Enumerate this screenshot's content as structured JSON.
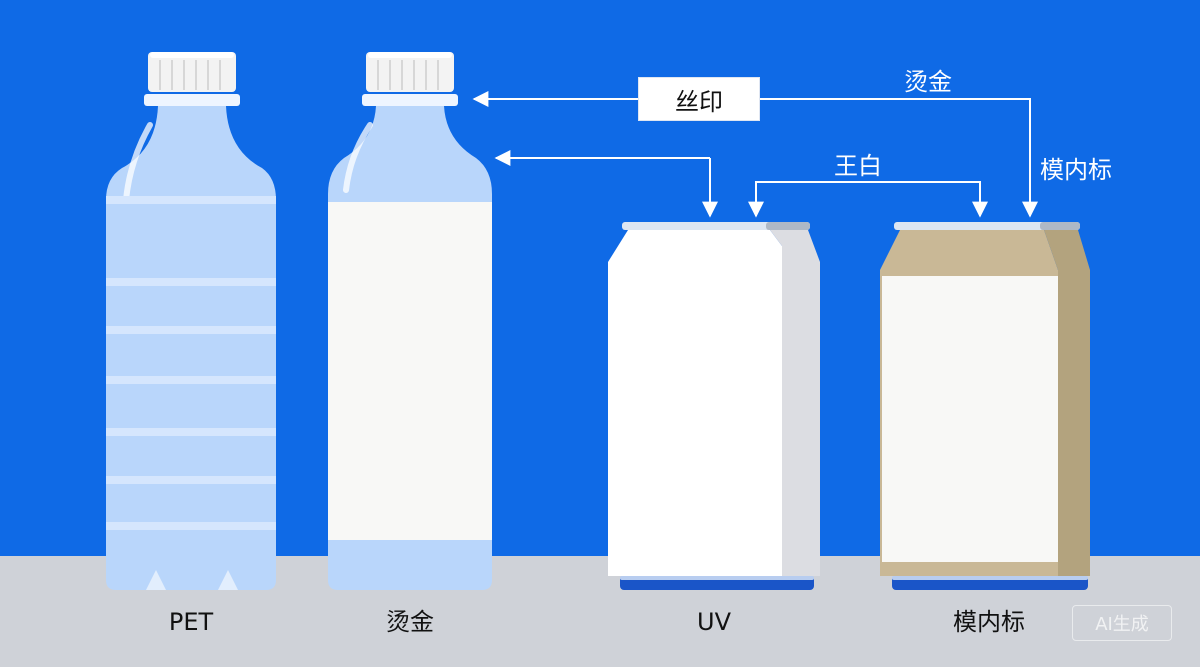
{
  "colors": {
    "background": "#0f6ae6",
    "floor": "#cfd2d8",
    "bottle_clear": "#b9d6fb",
    "label_white": "#f8f8f6",
    "can_tint": "#c9b896",
    "arrow": "#ffffff"
  },
  "items": [
    {
      "name": "PET bottle",
      "label": "PET"
    },
    {
      "name": "bottle with label",
      "label": "烫金"
    },
    {
      "name": "white can",
      "label": "UV"
    },
    {
      "name": "tinted can",
      "label": "模内标"
    }
  ],
  "annotations": {
    "silk_print": "丝印",
    "hot_stamp": "烫金",
    "white": "王白",
    "in_mold": "模内标"
  },
  "watermark": "AI生成"
}
